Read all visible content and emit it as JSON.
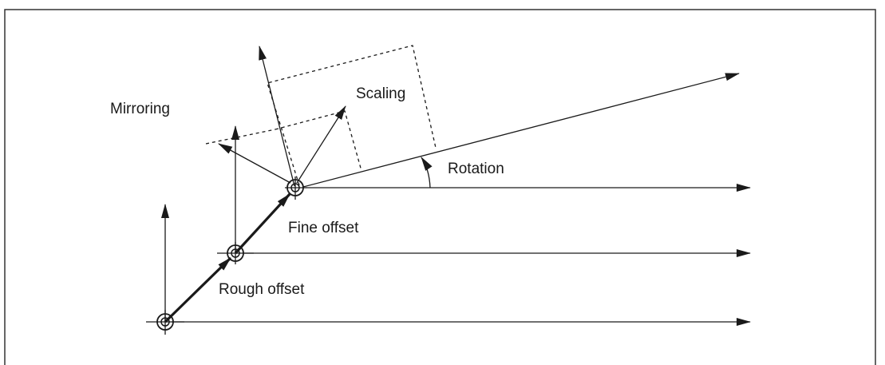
{
  "diagram": {
    "labels": {
      "mirroring": "Mirroring",
      "scaling": "Scaling",
      "rotation": "Rotation",
      "fine_offset": "Fine offset",
      "rough_offset": "Rough offset"
    },
    "colors": {
      "line": "#1a1a1a",
      "background": "#ffffff",
      "frame": "#333333"
    }
  }
}
